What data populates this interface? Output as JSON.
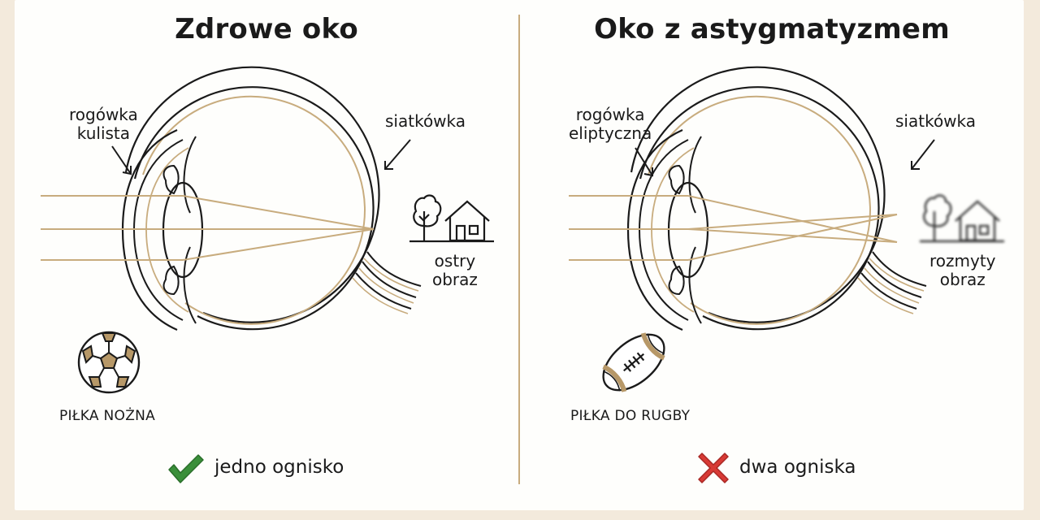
{
  "colors": {
    "gold": "#c8ac7e",
    "line": "#1a1a1a",
    "check": "#3a8f3a",
    "cross": "#d83a35",
    "background": "#fefefc"
  },
  "left": {
    "title": "Zdrowe oko",
    "cornea_label": [
      "rogówka",
      "kulista"
    ],
    "retina_label": "siatkówka",
    "image_label": [
      "ostry",
      "obraz"
    ],
    "ball_caption": "PIŁKA NOŻNA",
    "verdict_text": "jedno ognisko",
    "verdict_icon": "check-icon",
    "ball_icon": "soccer-ball-icon",
    "image_icon": "sharp-tree-house-icon"
  },
  "right": {
    "title": "Oko z astygmatyzmem",
    "cornea_label": [
      "rogówka",
      "eliptyczna"
    ],
    "retina_label": "siatkówka",
    "image_label": [
      "rozmyty",
      "obraz"
    ],
    "ball_caption": "PIŁKA DO RUGBY",
    "verdict_text": "dwa ogniska",
    "verdict_icon": "cross-icon",
    "ball_icon": "rugby-ball-icon",
    "image_icon": "blurred-tree-house-icon"
  }
}
